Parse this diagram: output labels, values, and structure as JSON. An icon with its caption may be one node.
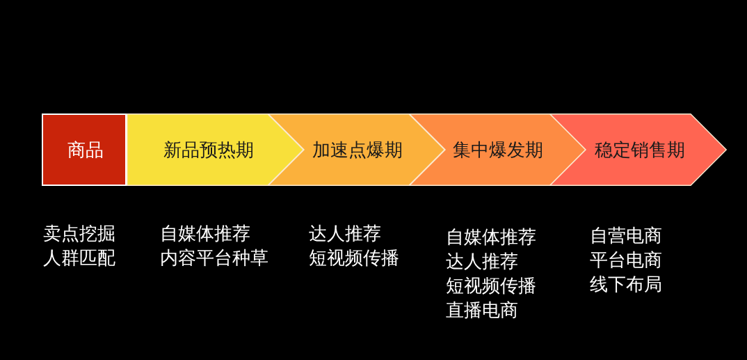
{
  "diagram": {
    "nodes": [
      {
        "text": [
          "商品"
        ],
        "beside": [
          "卖点挖掘",
          "人群匹配"
        ]
      },
      {
        "text": [
          "新品预热期"
        ],
        "beside": [
          "自媒体推荐",
          "内容平台种草"
        ]
      },
      {
        "text": [
          "加速点爆期"
        ],
        "beside": [
          "达人推荐",
          "短视频传播"
        ]
      },
      {
        "text": [
          "集中爆发期"
        ],
        "beside": [
          "自媒体推荐",
          "达人推荐",
          "短视频传播",
          "直播电商"
        ]
      },
      {
        "text": [
          "稳定销售期"
        ],
        "beside": [
          "自营电商",
          "平台电商",
          "线下布局"
        ]
      }
    ]
  }
}
